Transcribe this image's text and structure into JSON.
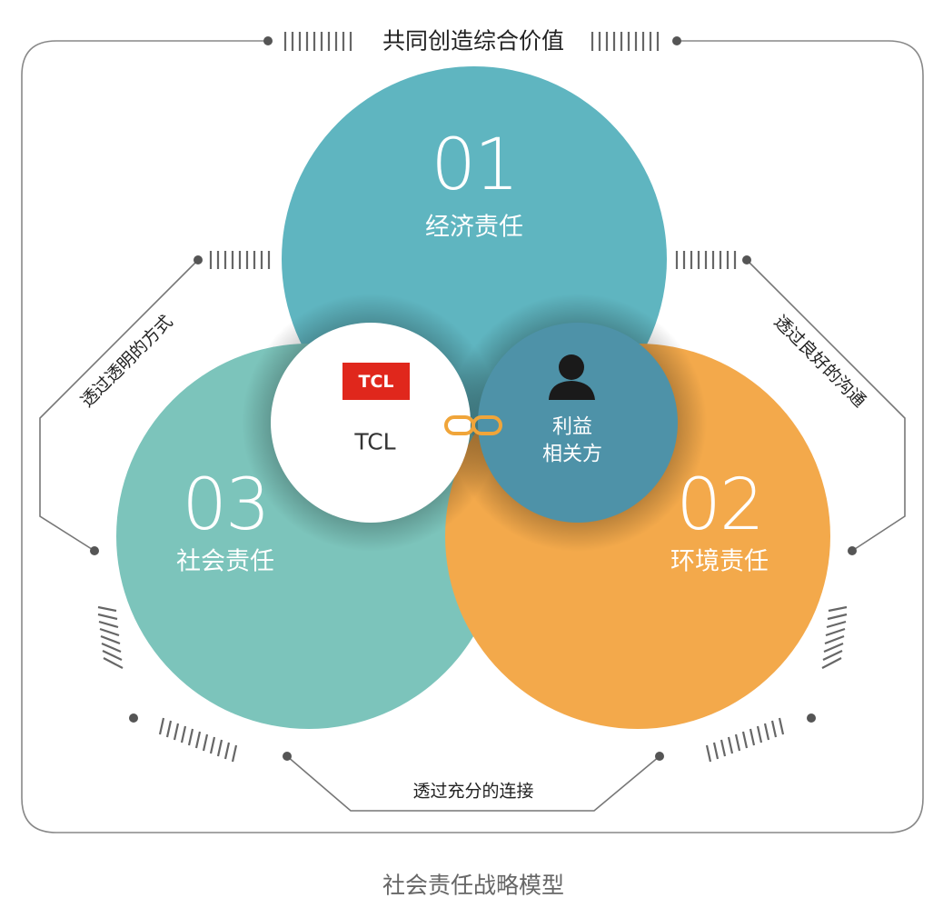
{
  "title": "共同创造综合价值",
  "caption": "社会责任战略模型",
  "circles": {
    "economic": {
      "number": "01",
      "label": "经济责任",
      "color": "#5fb5c0"
    },
    "environmental": {
      "number": "02",
      "label": "环境责任",
      "color": "#f3a94b"
    },
    "social": {
      "number": "03",
      "label": "社会责任",
      "color": "#7cc4bb"
    }
  },
  "center": {
    "company": {
      "logo_text": "TCL",
      "name": "TCL",
      "logo_color": "#e0271c"
    },
    "stakeholders": {
      "line1": "利益",
      "line2": "相关方",
      "icon": "person-icon",
      "color": "#4e92a8"
    }
  },
  "links": {
    "left": "透过透明的方式",
    "right": "透过良好的沟通",
    "bottom": "透过充分的连接"
  },
  "colors": {
    "frame": "#888888",
    "chain": "#f0a53a"
  }
}
